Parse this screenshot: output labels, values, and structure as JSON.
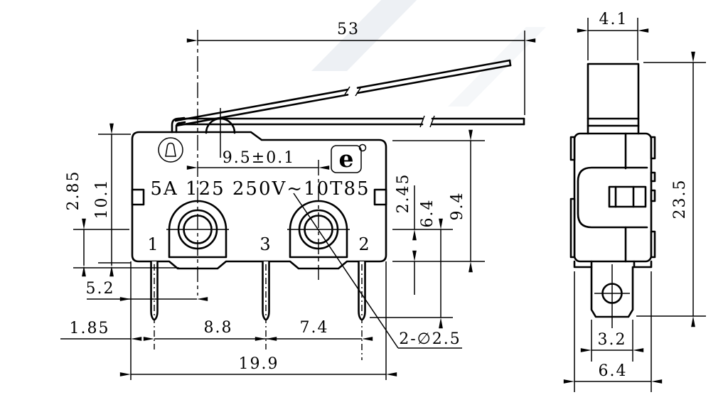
{
  "front": {
    "marking": "5A 125 250V~10T85",
    "cert_letter": "e",
    "terminal_labels": [
      "1",
      "3",
      "2"
    ],
    "dims": {
      "lever_length": "53",
      "hole_spacing": "9.5±0.1",
      "center_to_bottom_left": "2.85",
      "body_height": "10.1",
      "edge_to_hole": "5.2",
      "edge_to_pin1": "1.85",
      "pin1_to_pin3": "8.8",
      "pin3_to_pin2": "7.4",
      "body_width": "19.9",
      "center_to_bottom_right": "2.45",
      "center_to_pin_tip": "6.4",
      "top_to_bottom": "9.4",
      "mounting_holes": "2-∅2.5"
    }
  },
  "side": {
    "dims": {
      "button_width": "4.1",
      "total_height": "23.5",
      "terminal_width": "3.2",
      "body_depth": "6.4"
    }
  },
  "colors": {
    "line": "#000000",
    "background": "#ffffff",
    "watermark": "#edf0f4"
  }
}
